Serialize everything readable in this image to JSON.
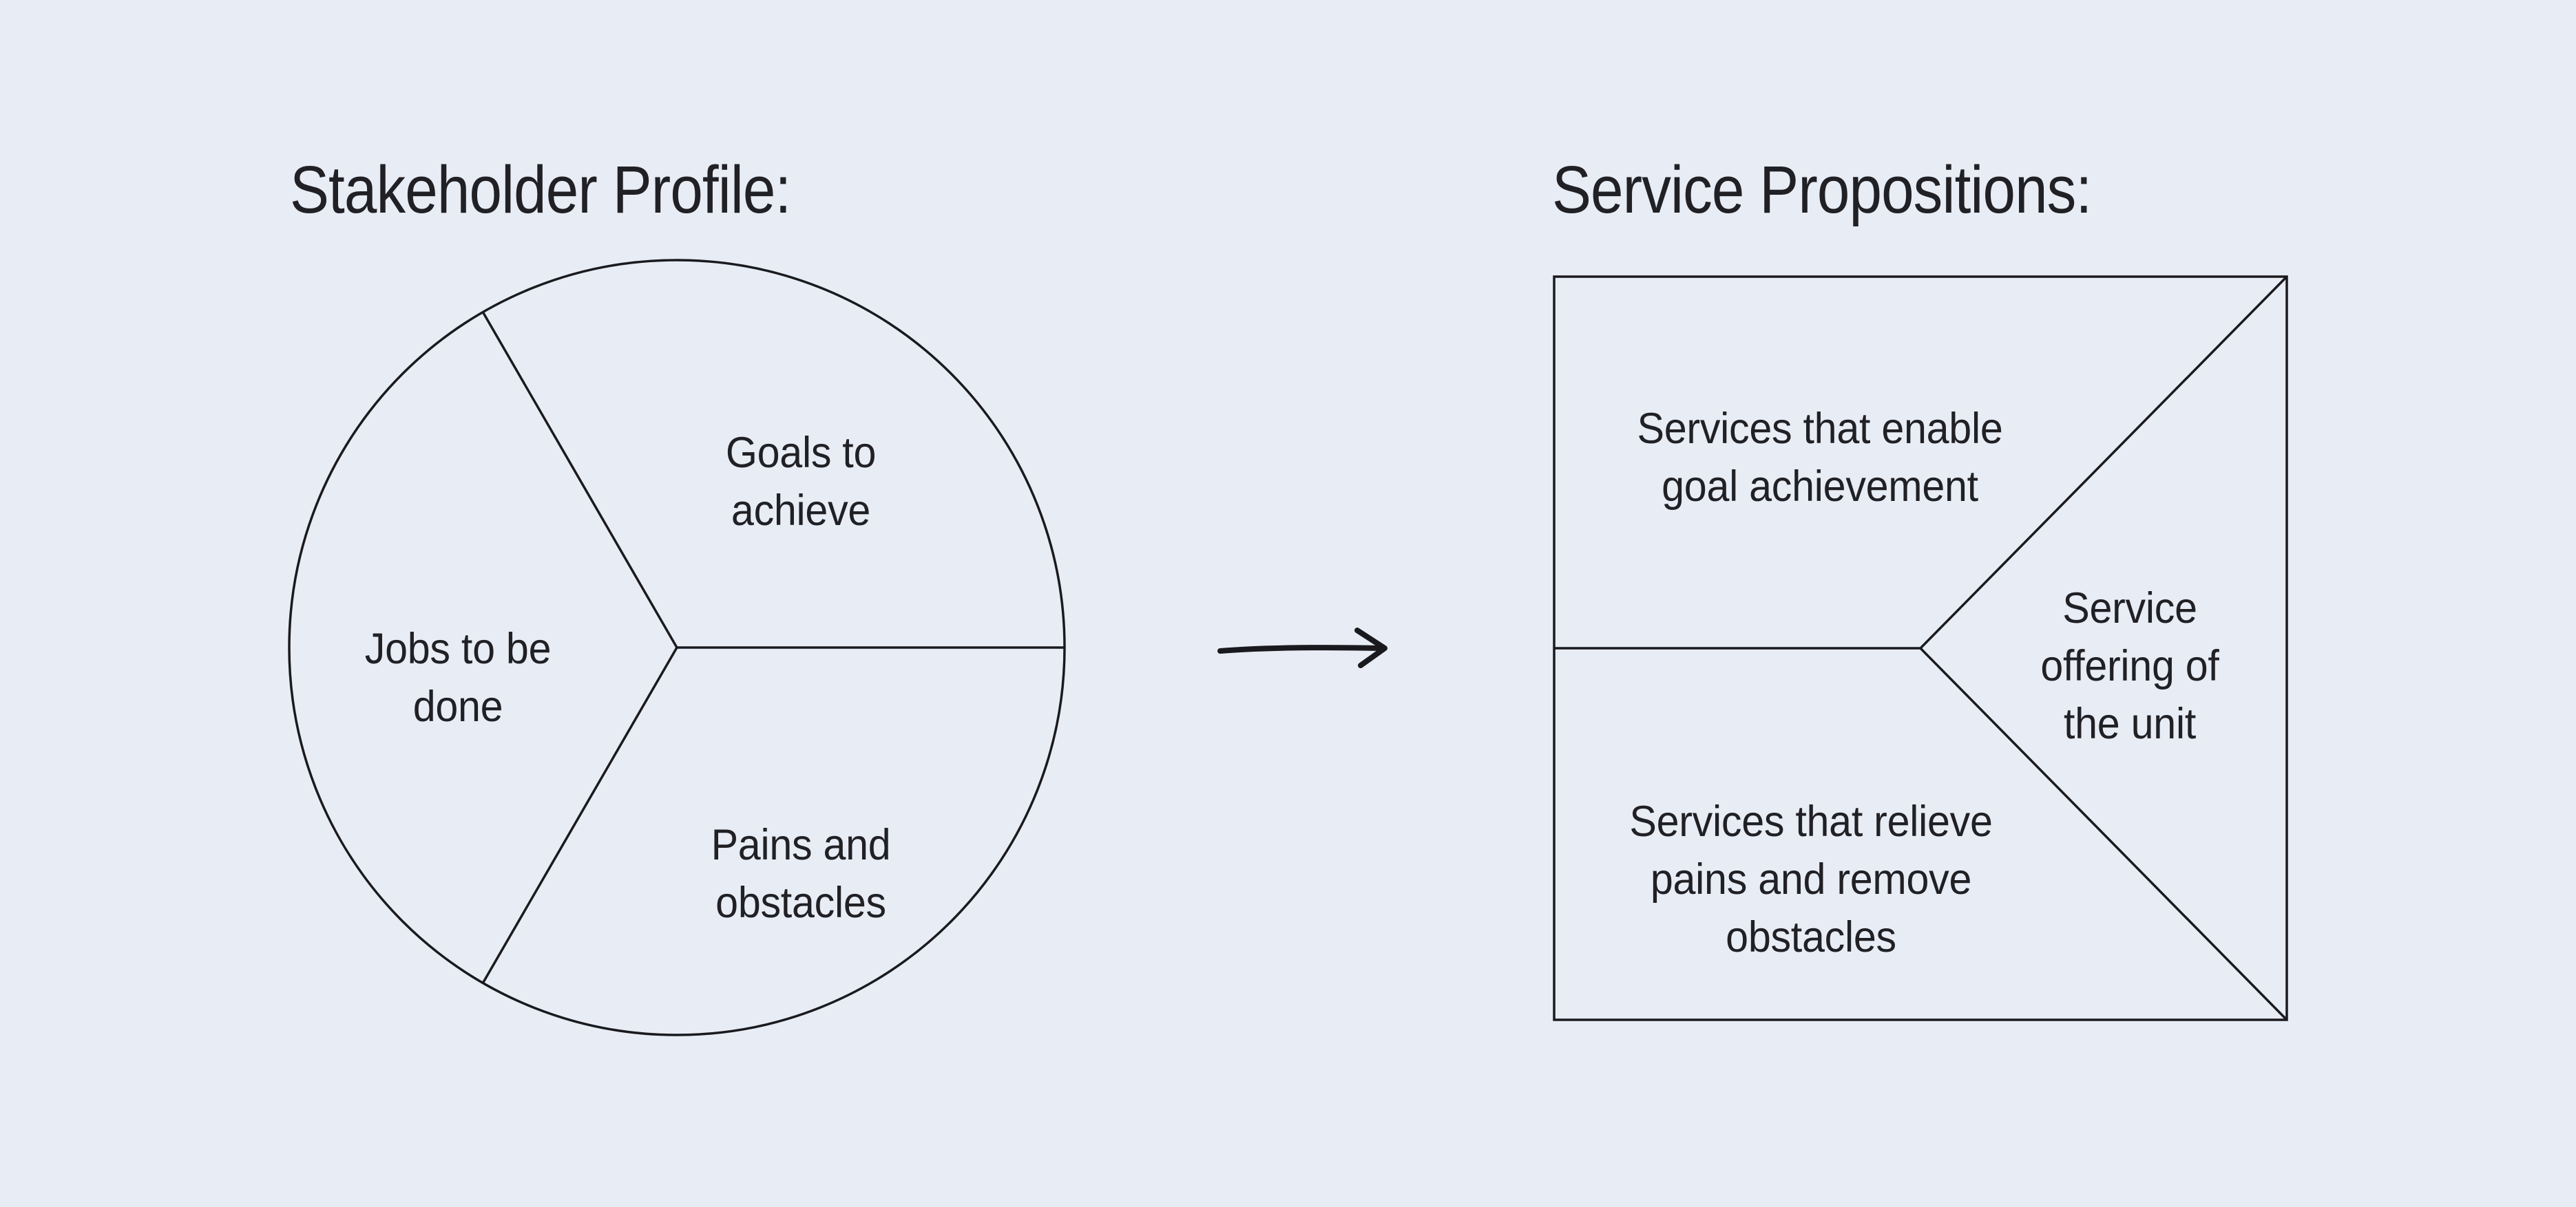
{
  "palette": {
    "background": "#e7ecf5",
    "line": "#1a1a1e",
    "text": "#202025"
  },
  "left_panel": {
    "title": "Stakeholder Profile:",
    "diagram": "circle divided into three sectors",
    "segments": [
      {
        "label": "Goals to\nachieve"
      },
      {
        "label": "Jobs to be\ndone"
      },
      {
        "label": "Pains and\nobstacles"
      }
    ]
  },
  "arrow": {
    "direction": "right"
  },
  "right_panel": {
    "title": "Service Propositions:",
    "diagram": "square divided into three regions",
    "regions": [
      {
        "label": "Services that enable\ngoal achievement"
      },
      {
        "label": "Service\noffering of\nthe unit"
      },
      {
        "label": "Services that relieve\npains and remove\nobstacles"
      }
    ]
  }
}
